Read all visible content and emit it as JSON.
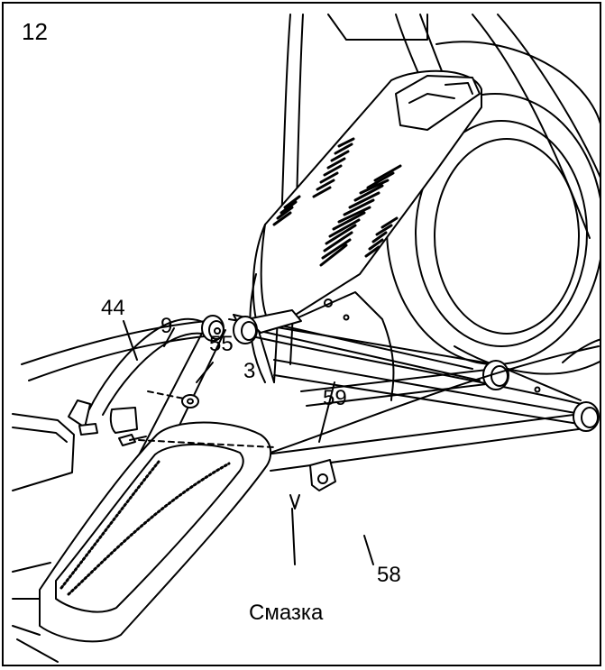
{
  "step_number": "12",
  "callouts": {
    "p44": "44",
    "p9": "9",
    "p55": "55",
    "p3": "3",
    "p59": "59",
    "p58": "58",
    "grease": "Смазка"
  },
  "colors": {
    "line": "#000000",
    "fill": "#ffffff",
    "shade": "#d9d9d9"
  }
}
